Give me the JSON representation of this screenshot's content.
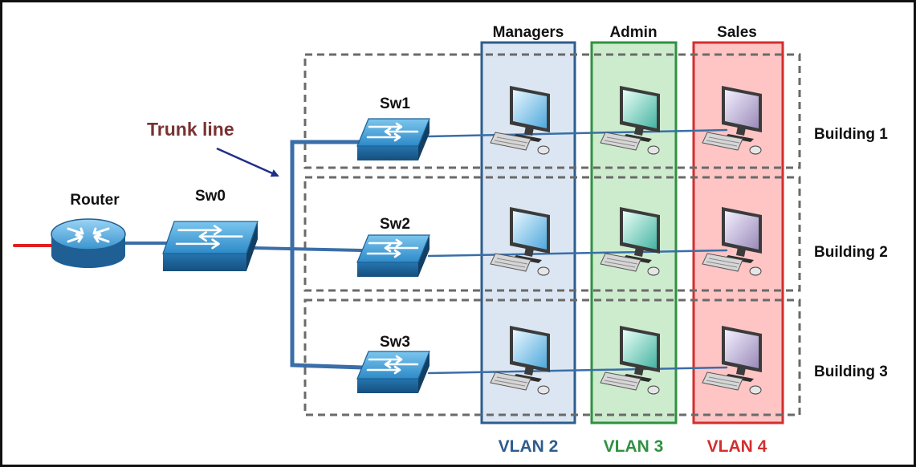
{
  "trunk_label": "Trunk line",
  "router": {
    "label": "Router"
  },
  "switches": [
    {
      "label": "Sw0"
    },
    {
      "label": "Sw1"
    },
    {
      "label": "Sw2"
    },
    {
      "label": "Sw3"
    }
  ],
  "buildings": [
    {
      "label": "Building 1"
    },
    {
      "label": "Building 2"
    },
    {
      "label": "Building 3"
    }
  ],
  "departments": [
    {
      "header": "Managers",
      "vlan": "VLAN 2",
      "color": "#2e5c8e",
      "fill": "#dbe6f2"
    },
    {
      "header": "Admin",
      "vlan": "VLAN 3",
      "color": "#2f9141",
      "fill": "#cdeccd"
    },
    {
      "header": "Sales",
      "vlan": "VLAN 4",
      "color": "#d42e2e",
      "fill": "#ffc4c4"
    }
  ],
  "colors": {
    "trunk_label": "#7a3232",
    "link": "#3a6ea8",
    "wan_link": "#e02020",
    "building_border": "#6a6a6a",
    "device": "#2d8ac8"
  }
}
